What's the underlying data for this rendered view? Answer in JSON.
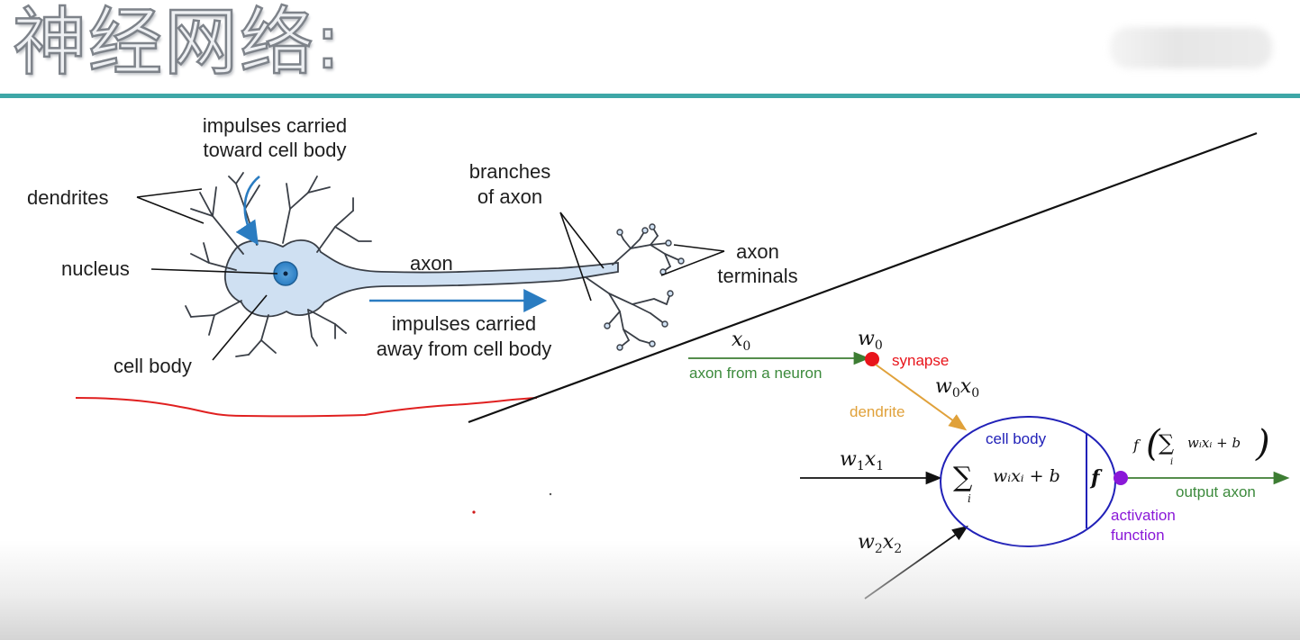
{
  "slide": {
    "title": "神经网络:"
  },
  "biological_neuron": {
    "labels": {
      "impulses_toward_line1": "impulses carried",
      "impulses_toward_line2": "toward cell body",
      "dendrites": "dendrites",
      "nucleus": "nucleus",
      "cell_body": "cell body",
      "axon": "axon",
      "branches_line1": "branches",
      "branches_line2": "of axon",
      "terminals_line1": "axon",
      "terminals_line2": "terminals",
      "impulses_away_line1": "impulses carried",
      "impulses_away_line2": "away from cell body"
    }
  },
  "math_neuron": {
    "labels": {
      "x0": "x",
      "x0_sub": "0",
      "w0": "w",
      "w0_sub": "0",
      "synapse": "synapse",
      "axon_from_neuron": "axon from a neuron",
      "w0x0_w": "w",
      "w0x0_wsub": "0",
      "w0x0_x": "x",
      "w0x0_xsub": "0",
      "dendrite": "dendrite",
      "cell_body": "cell body",
      "w1x1_w": "w",
      "w1x1_wsub": "1",
      "w1x1_x": "x",
      "w1x1_xsub": "1",
      "w2x2_w": "w",
      "w2x2_wsub": "2",
      "w2x2_x": "x",
      "w2x2_xsub": "2",
      "sum_symbol": "∑",
      "sum_index": "i",
      "sum_expr": "wᵢxᵢ + b",
      "f_symbol": "f",
      "output_f": "f",
      "output_open": "(",
      "output_close": ")",
      "output_sum": "∑",
      "output_index": "i",
      "output_expr": "wᵢxᵢ + b",
      "output_axon": "output axon",
      "activation_line1": "activation",
      "activation_line2": "function"
    },
    "colors": {
      "axon_green": "#3d7d33",
      "synapse_red": "#e8141b",
      "dendrite_orange": "#e0a13a",
      "cell_blue": "#2121b8",
      "activation_purple": "#8a18d8",
      "label_green": "#3c8a3c"
    }
  },
  "annotations": {
    "red_underline_color": "#e02020",
    "divider_color": "#111111"
  }
}
